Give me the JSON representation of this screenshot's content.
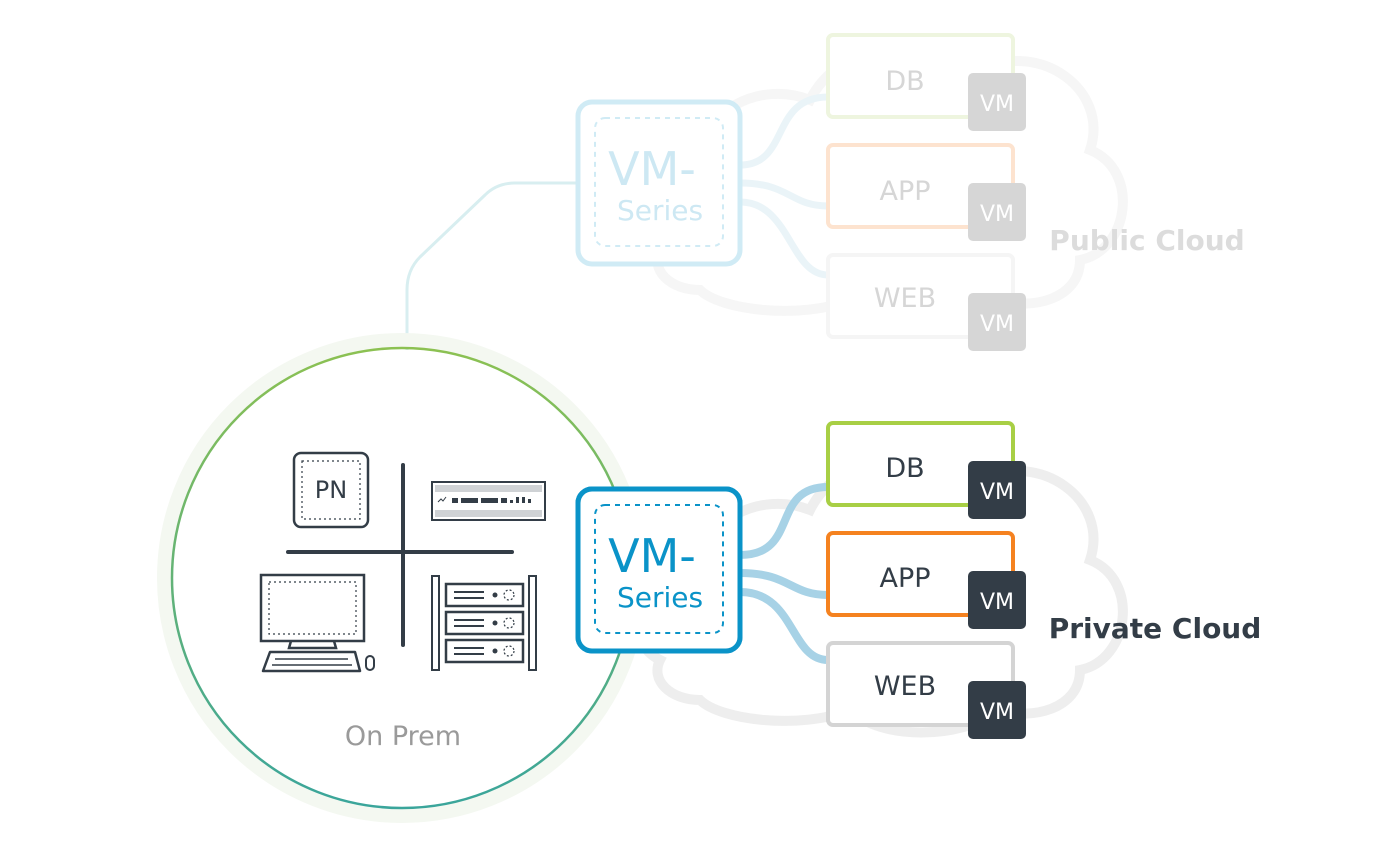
{
  "colors": {
    "dark": "#333d47",
    "vm_series_blue": "#0a93c8",
    "link_blue": "#a7d2e6",
    "db_green": "#a8cf45",
    "app_orange": "#f58220",
    "web_gray": "#d4d4d4",
    "cloud_gray": "#eeeeee",
    "onprem_green": "#8cc152",
    "onprem_teal": "#3aa59b",
    "muted_text": "#9a9a9a"
  },
  "public_cloud": {
    "label": "Public Cloud",
    "firewall": {
      "line1": "VM-",
      "line2": "Series"
    },
    "workloads": [
      {
        "name": "DB",
        "badge": "VM"
      },
      {
        "name": "APP",
        "badge": "VM"
      },
      {
        "name": "WEB",
        "badge": "VM"
      }
    ]
  },
  "private_cloud": {
    "label": "Private Cloud",
    "firewall": {
      "line1": "VM-",
      "line2": "Series"
    },
    "workloads": [
      {
        "name": "DB",
        "badge": "VM"
      },
      {
        "name": "APP",
        "badge": "VM"
      },
      {
        "name": "WEB",
        "badge": "VM"
      }
    ]
  },
  "on_prem": {
    "label": "On Prem",
    "panorama_label": "PN"
  }
}
